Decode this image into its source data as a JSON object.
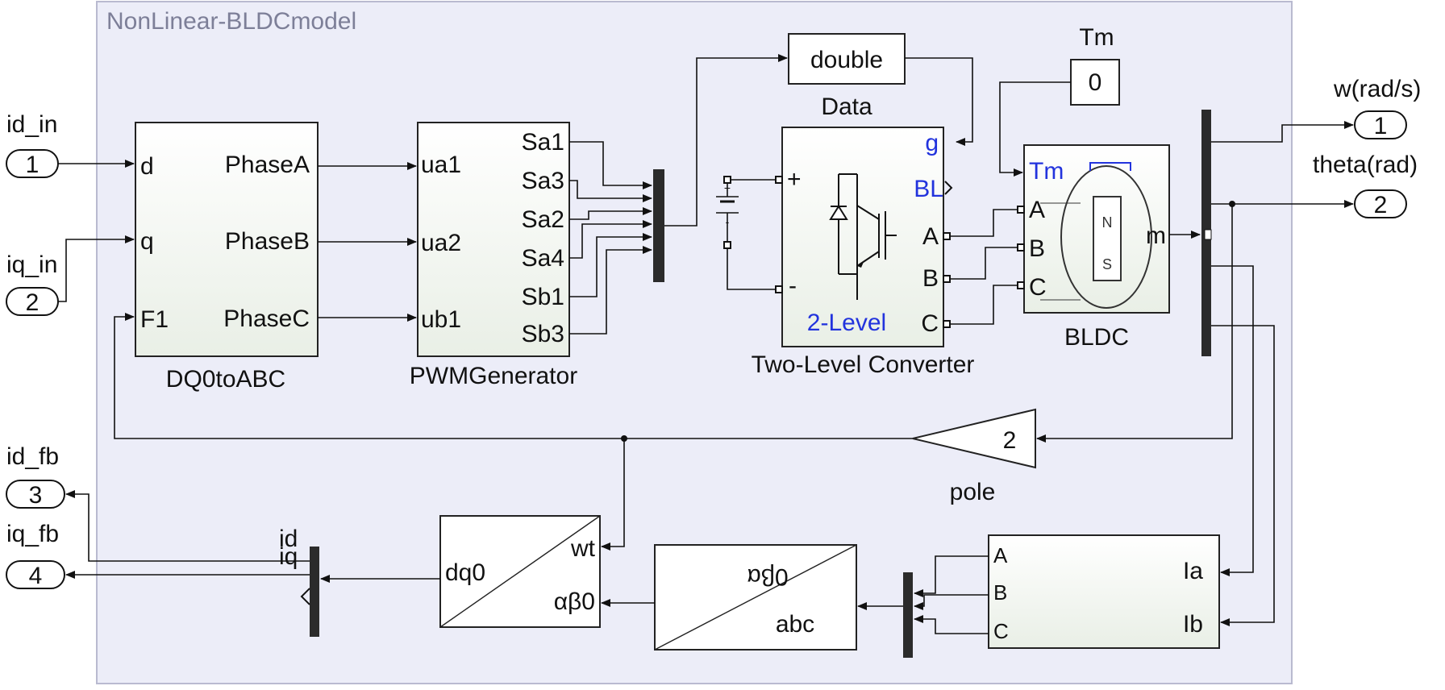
{
  "subsystem": {
    "title": "NonLinear-BLDCmodel",
    "background": "#ecedf8",
    "border": "#b9bad0"
  },
  "inports": [
    {
      "label": "id_in",
      "number": "1"
    },
    {
      "label": "iq_in",
      "number": "2"
    }
  ],
  "outports": [
    {
      "label": "w(rad/s)",
      "number": "1"
    },
    {
      "label": "theta(rad)",
      "number": "2"
    },
    {
      "label": "id_fb",
      "number": "3"
    },
    {
      "label": "iq_fb",
      "number": "4"
    }
  ],
  "dq0toabc": {
    "name": "DQ0toABC",
    "inputs": [
      "d",
      "q",
      "F1"
    ],
    "outputs": [
      "PhaseA",
      "PhaseB",
      "PhaseC"
    ]
  },
  "pwm": {
    "name": "PWMGenerator",
    "inputs": [
      "ua1",
      "ua2",
      "ub1"
    ],
    "outputs": [
      "Sa1",
      "Sa3",
      "Sa2",
      "Sa4",
      "Sb1",
      "Sb3"
    ]
  },
  "double_block": {
    "label": "double",
    "caption": "Data"
  },
  "tm_const": {
    "name": "Tm",
    "value": "0"
  },
  "dc_source": {
    "plus": "+",
    "minus": "-"
  },
  "converter": {
    "name": "Two-Level Converter",
    "ports": [
      "g",
      "BL",
      "A",
      "B",
      "C"
    ],
    "inner_label": "2-Level",
    "plus": "+",
    "minus": "-"
  },
  "bldc": {
    "name": "BLDC",
    "inputs": [
      "Tm",
      "A",
      "B",
      "C"
    ],
    "output": "m",
    "magnet_n": "N",
    "magnet_s": "S"
  },
  "gain": {
    "name": "pole",
    "value": "2"
  },
  "measure": {
    "inputs": [
      "A",
      "B",
      "C"
    ],
    "outputs": [
      "Ia",
      "Ib"
    ]
  },
  "abc_to_ab0": {
    "top": "0βα",
    "bottom": "abc"
  },
  "ab0_to_dq0": {
    "left": "dq0",
    "top_right": "wt",
    "bottom_right": "αβ0"
  },
  "demux_labels": {
    "id": "id",
    "iq": "iq"
  },
  "colors": {
    "accent_blue": "#2233dd",
    "block_fill": "#f6f8f3"
  }
}
